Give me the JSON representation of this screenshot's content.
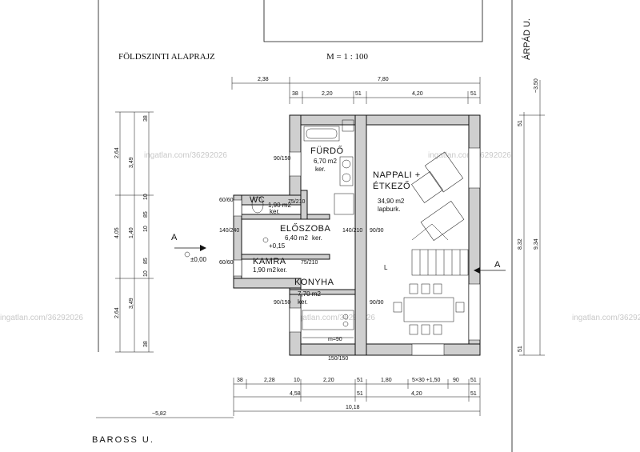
{
  "title": "FÖLDSZINTI ALAPRAJZ",
  "scale": "M = 1 : 100",
  "streets": {
    "arpad": "ÁRPÁD U.",
    "baross": "BAROSS U."
  },
  "section_marker": "A",
  "level_marker": "±0,00",
  "level_marker_2": "+0,15",
  "watermark": "ingatlan.com/36292026",
  "rooms": {
    "furdo": {
      "name": "FÜRDŐ",
      "area": "6,70 m2",
      "floor": "ker."
    },
    "nappali": {
      "name": "NAPPALI +",
      "name2": "ÉTKEZŐ",
      "area": "34,90 m2",
      "floor": "lapburk."
    },
    "wc": {
      "name": "WC",
      "area": "1,90 m2",
      "floor": "ker."
    },
    "eloszoba": {
      "name": "ELŐSZOBA",
      "area": "6,40 m2",
      "floor": "ker."
    },
    "kamra": {
      "name": "KAMRA",
      "area": "1,90 m2",
      "floor": "ker."
    },
    "konyha": {
      "name": "KONYHA",
      "area": "7,70 m2",
      "floor": "ker."
    }
  },
  "dims_top": {
    "overall": [
      "2,38",
      "7,80"
    ],
    "detail": [
      "38",
      "2,20",
      "51",
      "4,20",
      "51"
    ]
  },
  "dims_bottom": {
    "row1": [
      "38",
      "2,28",
      "10",
      "2,20",
      "51",
      "1,80",
      "5×30 +1,50",
      "90",
      "51"
    ],
    "row2": [
      "4,58",
      "51",
      "4,20",
      "51"
    ],
    "row3": [
      "10,18"
    ],
    "row4": [
      "~5,82"
    ]
  },
  "dims_left": {
    "outer": [
      "2,64",
      "4,05",
      "2,64"
    ],
    "mid": [
      "3,49",
      "1,40",
      "3,49"
    ],
    "inner": [
      "38",
      "10",
      "85",
      "10",
      "85",
      "10",
      "38"
    ]
  },
  "dims_right": [
    "~3,50",
    "51",
    "8,32",
    "9,34",
    "51"
  ],
  "openings": [
    "90/150",
    "60/60",
    "140/240",
    "60/60",
    "90/150",
    "90/90",
    "90/90",
    "150/150",
    "75/210",
    "140/210",
    "75/210"
  ],
  "small_labels": [
    "m=90",
    "L"
  ],
  "colors": {
    "wall": "#cfcfcf",
    "ink": "#111111",
    "watermark": "#c9c9c9"
  }
}
